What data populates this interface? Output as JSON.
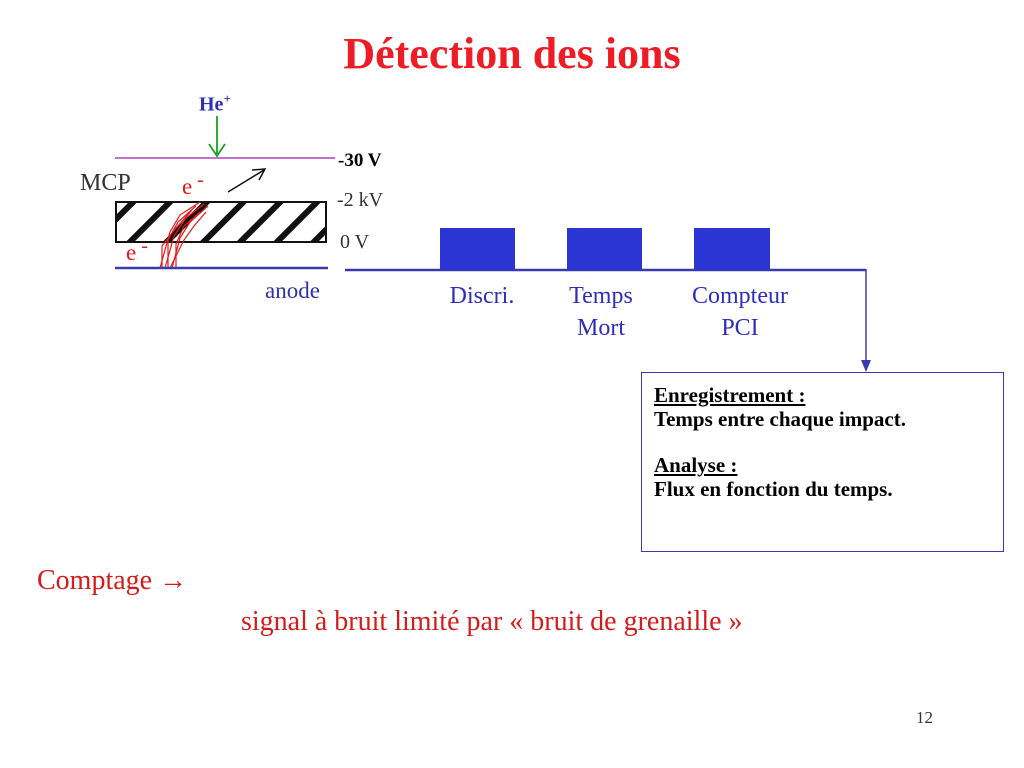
{
  "title": "Détection des ions",
  "colors": {
    "title": "#ee1c24",
    "pulse_fill": "#2a35d4",
    "line_blue": "#3a3ab0",
    "mcp_line": "#b040c0",
    "arrow_green": "#18a020",
    "electron_red": "#e31a1a"
  },
  "diagram": {
    "ion_label": "He",
    "ion_charge": "+",
    "voltage_front": "-30 V",
    "voltage_mcp": "-2 kV",
    "voltage_back": "0 V",
    "mcp_label": "MCP",
    "electron_symbol": "e",
    "electron_charge": "-",
    "anode_label": "anode",
    "stages": [
      {
        "line1": "Discri.",
        "line2": ""
      },
      {
        "line1": "Temps",
        "line2": "Mort"
      },
      {
        "line1": "Compteur",
        "line2": "PCI"
      }
    ]
  },
  "infobox": {
    "heading1": "Enregistrement :",
    "text1": "Temps entre chaque impact.",
    "heading2": "Analyse :",
    "text2": "Flux en fonction du temps."
  },
  "bottom": {
    "comptage": "Comptage →",
    "signal": "signal à bruit limité par « bruit de grenaille »"
  },
  "page_number": "12"
}
